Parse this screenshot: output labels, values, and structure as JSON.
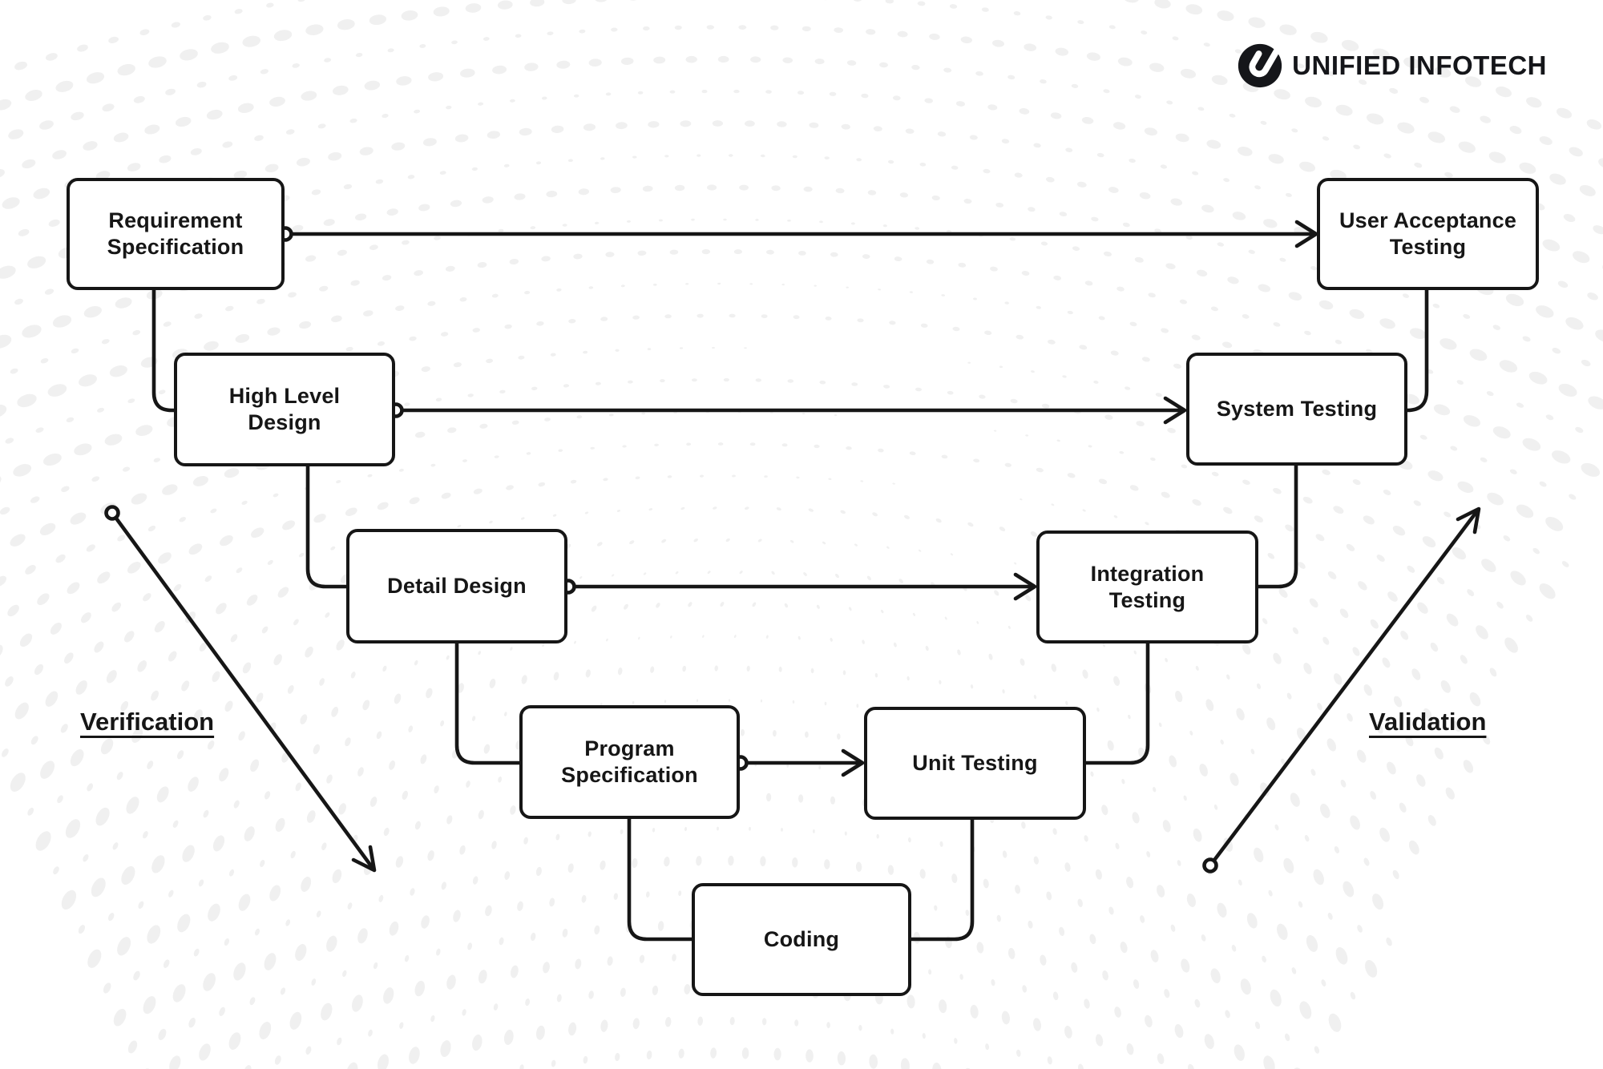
{
  "brand": {
    "name": "UNIFIED INFOTECH"
  },
  "diagram": {
    "type": "v-model-process",
    "nodes": [
      {
        "id": "requirement-specification",
        "label": "Requirement\nSpecification"
      },
      {
        "id": "high-level-design",
        "label": "High Level\nDesign"
      },
      {
        "id": "detail-design",
        "label": "Detail Design"
      },
      {
        "id": "program-specification",
        "label": "Program\nSpecification"
      },
      {
        "id": "coding",
        "label": "Coding"
      },
      {
        "id": "unit-testing",
        "label": "Unit Testing"
      },
      {
        "id": "integration-testing",
        "label": "Integration\nTesting"
      },
      {
        "id": "system-testing",
        "label": "System Testing"
      },
      {
        "id": "user-acceptance-testing",
        "label": "User Acceptance\nTesting"
      }
    ],
    "horizontal_links": [
      {
        "from": "requirement-specification",
        "to": "user-acceptance-testing"
      },
      {
        "from": "high-level-design",
        "to": "system-testing"
      },
      {
        "from": "detail-design",
        "to": "integration-testing"
      },
      {
        "from": "program-specification",
        "to": "unit-testing"
      }
    ],
    "left_chain": [
      "requirement-specification",
      "high-level-design",
      "detail-design",
      "program-specification",
      "coding"
    ],
    "right_chain": [
      "coding",
      "unit-testing",
      "integration-testing",
      "system-testing",
      "user-acceptance-testing"
    ],
    "side_labels": {
      "verification": "Verification",
      "validation": "Validation"
    }
  },
  "colors": {
    "ink": "#161616",
    "box_fill": "#ffffff",
    "background": "#ffffff",
    "halftone_dot": "#f0f0f0"
  }
}
